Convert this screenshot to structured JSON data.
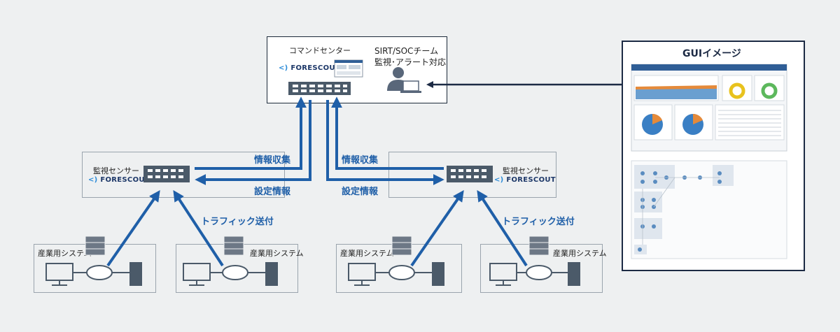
{
  "command_center": {
    "title": "コマンドセンター",
    "team_line1": "SIRT/SOCチーム",
    "team_line2": "監視･アラート対応",
    "logo_mark": "<)",
    "logo_text": "FORESCOUT"
  },
  "sensors": [
    {
      "title": "監視センサー",
      "logo_mark": "<)",
      "logo_text": "FORESCOUT"
    },
    {
      "title": "監視センサー",
      "logo_mark": "<)",
      "logo_text": "FORESCOUT"
    }
  ],
  "flows": {
    "info_collect": "情報収集",
    "settings": "設定情報",
    "traffic": "トラフィック送付"
  },
  "systems": [
    {
      "label": "産業用システム"
    },
    {
      "label": "産業用システム"
    },
    {
      "label": "産業用システム"
    },
    {
      "label": "産業用システム"
    }
  ],
  "gui": {
    "title": "GUIイメージ"
  },
  "colors": {
    "arrow": "#1f5fa8",
    "box_border": "#1c2a3a",
    "gui_border": "#1c2a44"
  }
}
